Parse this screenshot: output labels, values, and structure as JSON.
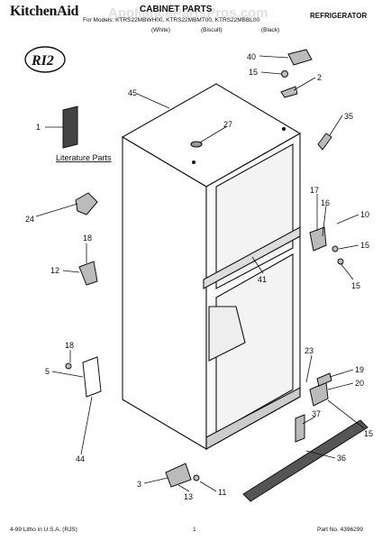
{
  "header": {
    "brand": "KitchenAid",
    "title": "CABINET PARTS",
    "product": "REFRIGERATOR",
    "model_line": "For Models: KTRS22MBWH00, KTRS22MBMT00, KTRS22MBBL00",
    "colors": [
      "(White)",
      "(Biscuit)",
      "(Black)"
    ],
    "watermark": "AppliancePartsPros.com",
    "logo_mark": "RI2"
  },
  "diagram": {
    "literature_label": "Literature Parts",
    "callouts": [
      "1",
      "2",
      "3",
      "5",
      "10",
      "11",
      "12",
      "13",
      "15",
      "15",
      "15",
      "15",
      "16",
      "17",
      "18",
      "18",
      "19",
      "20",
      "23",
      "24",
      "27",
      "35",
      "36",
      "37",
      "40",
      "41",
      "44",
      "45"
    ]
  },
  "footer": {
    "left": "4-99 Litho in U.S.A. (RJS)",
    "page": "1",
    "part_no": "Part No. 4396299"
  }
}
